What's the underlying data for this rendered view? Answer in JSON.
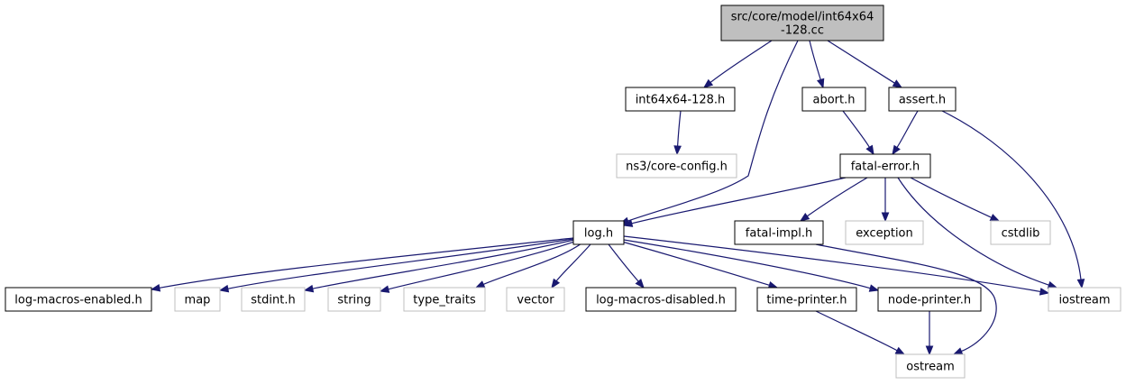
{
  "colors": {
    "edge": "#191970",
    "root_fill": "#bfbfbf",
    "node_border": "#000000",
    "external_border": "#bfbfbf",
    "fill": "#ffffff"
  },
  "nodes": [
    {
      "id": "root",
      "lines": [
        "src/core/model/int64x64",
        "-128.cc"
      ],
      "kind": "root"
    },
    {
      "id": "int64x64-128-h",
      "lines": [
        "int64x64-128.h"
      ],
      "kind": "local"
    },
    {
      "id": "abort-h",
      "lines": [
        "abort.h"
      ],
      "kind": "local"
    },
    {
      "id": "assert-h",
      "lines": [
        "assert.h"
      ],
      "kind": "local"
    },
    {
      "id": "ns3-core-config-h",
      "lines": [
        "ns3/core-config.h"
      ],
      "kind": "external"
    },
    {
      "id": "fatal-error-h",
      "lines": [
        "fatal-error.h"
      ],
      "kind": "local"
    },
    {
      "id": "log-h",
      "lines": [
        "log.h"
      ],
      "kind": "local"
    },
    {
      "id": "fatal-impl-h",
      "lines": [
        "fatal-impl.h"
      ],
      "kind": "local"
    },
    {
      "id": "exception",
      "lines": [
        "exception"
      ],
      "kind": "external"
    },
    {
      "id": "cstdlib",
      "lines": [
        "cstdlib"
      ],
      "kind": "external"
    },
    {
      "id": "log-macros-enabled-h",
      "lines": [
        "log-macros-enabled.h"
      ],
      "kind": "local"
    },
    {
      "id": "map",
      "lines": [
        "map"
      ],
      "kind": "external"
    },
    {
      "id": "stdint-h",
      "lines": [
        "stdint.h"
      ],
      "kind": "external"
    },
    {
      "id": "string",
      "lines": [
        "string"
      ],
      "kind": "external"
    },
    {
      "id": "type-traits",
      "lines": [
        "type_traits"
      ],
      "kind": "external"
    },
    {
      "id": "vector",
      "lines": [
        "vector"
      ],
      "kind": "external"
    },
    {
      "id": "log-macros-disabled-h",
      "lines": [
        "log-macros-disabled.h"
      ],
      "kind": "local"
    },
    {
      "id": "time-printer-h",
      "lines": [
        "time-printer.h"
      ],
      "kind": "local"
    },
    {
      "id": "node-printer-h",
      "lines": [
        "node-printer.h"
      ],
      "kind": "local"
    },
    {
      "id": "iostream",
      "lines": [
        "iostream"
      ],
      "kind": "external"
    },
    {
      "id": "ostream",
      "lines": [
        "ostream"
      ],
      "kind": "external"
    }
  ],
  "edges": [
    {
      "from": "root",
      "to": "int64x64-128-h"
    },
    {
      "from": "root",
      "to": "abort-h"
    },
    {
      "from": "root",
      "to": "assert-h"
    },
    {
      "from": "root",
      "to": "log-h"
    },
    {
      "from": "int64x64-128-h",
      "to": "ns3-core-config-h"
    },
    {
      "from": "abort-h",
      "to": "fatal-error-h"
    },
    {
      "from": "assert-h",
      "to": "fatal-error-h"
    },
    {
      "from": "assert-h",
      "to": "iostream"
    },
    {
      "from": "fatal-error-h",
      "to": "log-h"
    },
    {
      "from": "fatal-error-h",
      "to": "fatal-impl-h"
    },
    {
      "from": "fatal-error-h",
      "to": "exception"
    },
    {
      "from": "fatal-error-h",
      "to": "cstdlib"
    },
    {
      "from": "fatal-error-h",
      "to": "iostream"
    },
    {
      "from": "fatal-impl-h",
      "to": "ostream"
    },
    {
      "from": "log-h",
      "to": "log-macros-enabled-h"
    },
    {
      "from": "log-h",
      "to": "map"
    },
    {
      "from": "log-h",
      "to": "stdint-h"
    },
    {
      "from": "log-h",
      "to": "string"
    },
    {
      "from": "log-h",
      "to": "type-traits"
    },
    {
      "from": "log-h",
      "to": "vector"
    },
    {
      "from": "log-h",
      "to": "log-macros-disabled-h"
    },
    {
      "from": "log-h",
      "to": "time-printer-h"
    },
    {
      "from": "log-h",
      "to": "node-printer-h"
    },
    {
      "from": "log-h",
      "to": "iostream"
    },
    {
      "from": "time-printer-h",
      "to": "ostream"
    },
    {
      "from": "node-printer-h",
      "to": "ostream"
    }
  ]
}
